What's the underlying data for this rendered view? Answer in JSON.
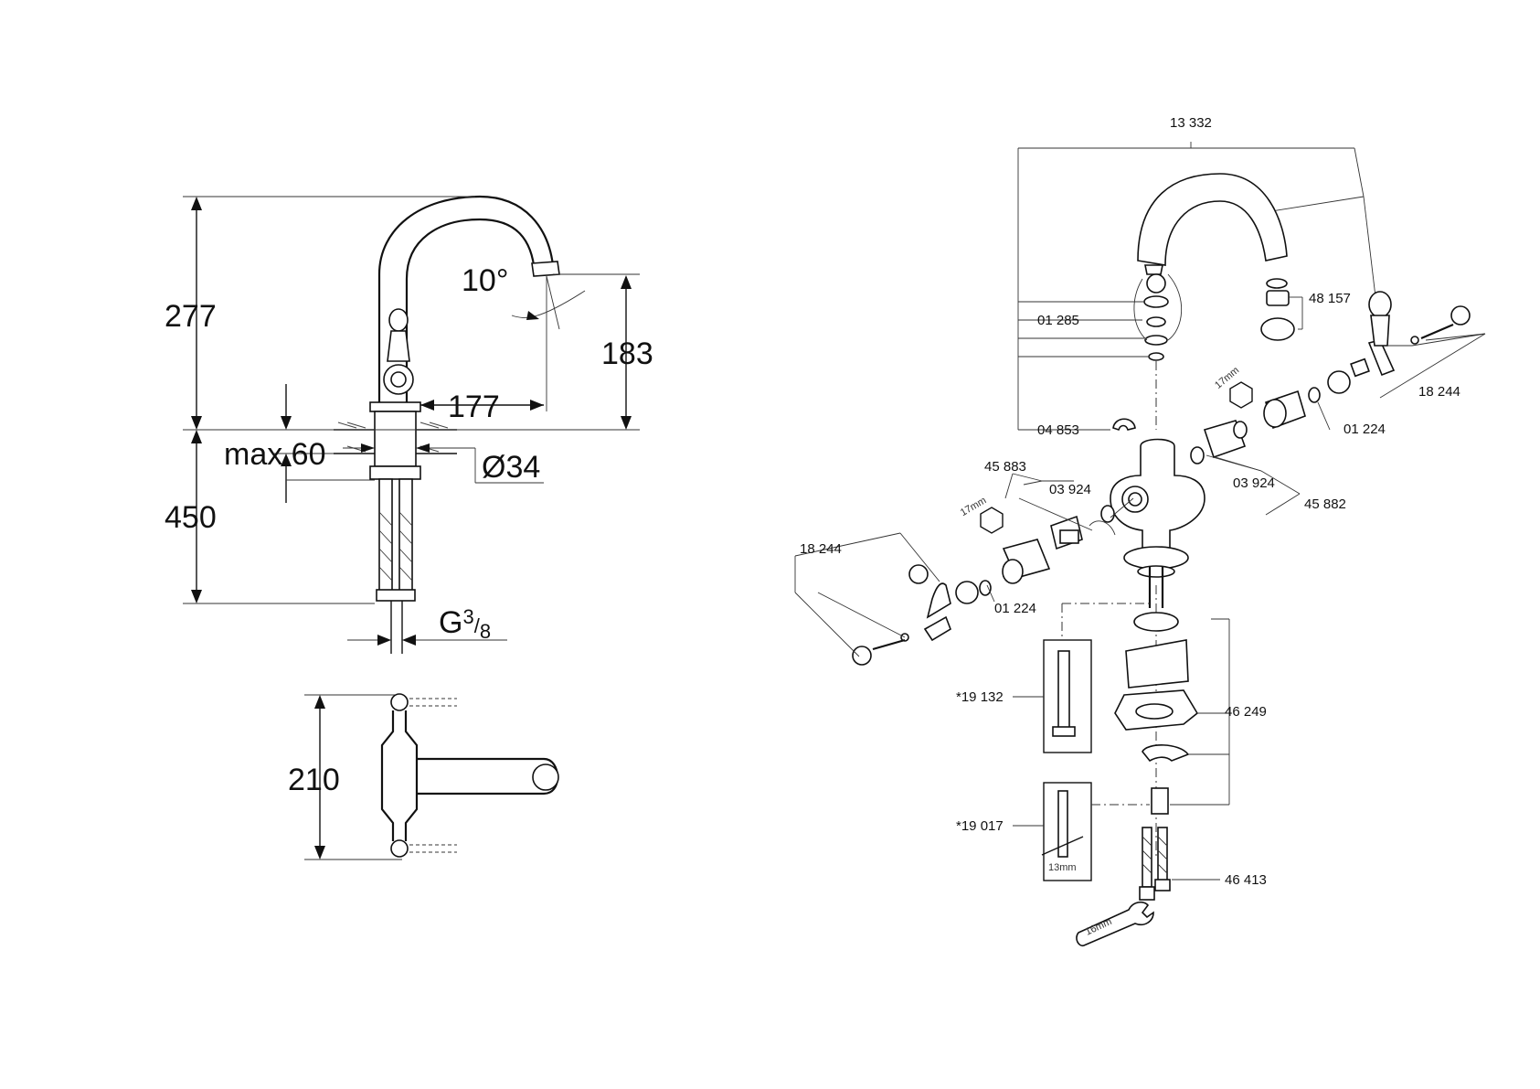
{
  "dimensions": {
    "height_total": "277",
    "height_spout": "183",
    "reach": "177",
    "angle": "10°",
    "max_deck": "max.60",
    "hole_diameter": "Ø34",
    "hose_length": "450",
    "connection_main": "G",
    "connection_sup": "3",
    "connection_sub": "8",
    "handle_spread": "210"
  },
  "parts": {
    "spout": "13 332",
    "aerator": "48 157",
    "ring_set": "01 285",
    "clip": "04 853",
    "handle_right": "18 244",
    "cap_right": "01 224",
    "wrench_17_right": "17mm",
    "cartridge_right_o": "03 924",
    "cartridge_right": "45 882",
    "cartridge_left": "45 883",
    "cartridge_left_o": "03 924",
    "wrench_17_left": "17mm",
    "handle_left": "18 244",
    "cap_left": "01 224",
    "tool_1": "*19 132",
    "mount_set": "46 249",
    "tool_2": "*19 017",
    "tool_2_size": "13mm",
    "hose": "46 413",
    "wrench_16": "16mm"
  }
}
